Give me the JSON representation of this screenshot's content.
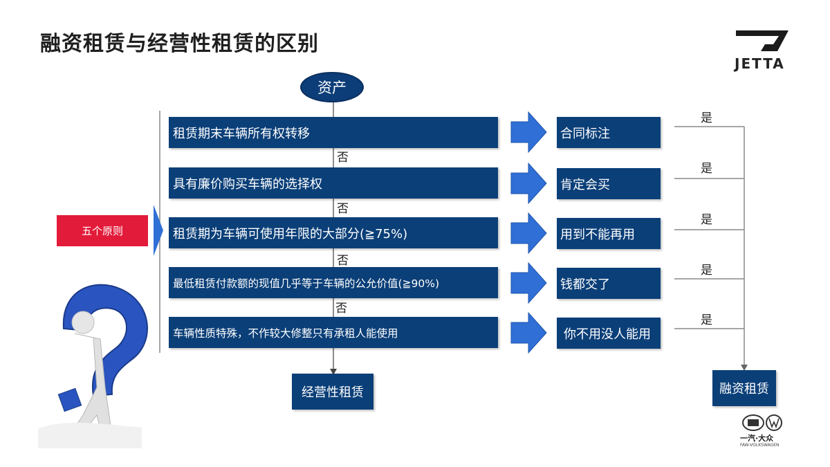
{
  "title": "融资租赁与经营性租赁的区别",
  "brand": {
    "logo_text": "JETTA",
    "partner_text": "一汽·大众",
    "partner_subtext": "FAW-VOLKSWAGEN"
  },
  "diagram": {
    "start": "资产",
    "principles_label": "五个原则",
    "rules": [
      "租赁期末车辆所有权转移",
      "具有廉价购买车辆的选择权",
      "租赁期为车辆可使用年限的大部分(≧75%)",
      "最低租赁付款额的现值几乎等于车辆的公允价值(≧90%)",
      "车辆性质特殊，不作较大修整只有承租人能使用"
    ],
    "results": [
      "合同标注",
      "肯定会买",
      "用到不能再用",
      "钱都交了",
      "你不用没人能用"
    ],
    "no_label": "否",
    "yes_label": "是",
    "outcome_no": "经营性租赁",
    "outcome_yes": "融资租赁"
  },
  "colors": {
    "box_blue": "#0b3f78",
    "arrow_blue": "#2f6fd6",
    "principles_red": "#e31b3a"
  }
}
